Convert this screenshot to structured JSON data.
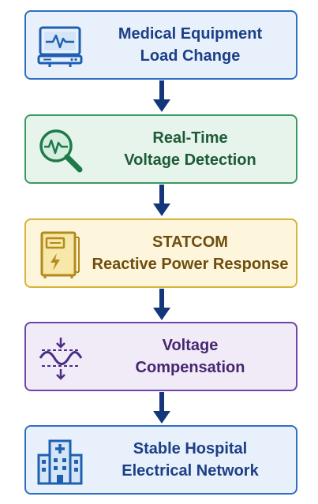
{
  "colors": {
    "arrow": "#14367a",
    "blue_border": "#2f6fc0",
    "green_border": "#3a9a63",
    "yellow_border": "#d8b438",
    "purple_border": "#6b45ac"
  },
  "steps": [
    {
      "icon": "monitor-waveform-icon",
      "line1": "Medical Equipment",
      "line2": "Load Change"
    },
    {
      "icon": "magnifier-waveform-icon",
      "line1": "Real-Time",
      "line2": "Voltage Detection"
    },
    {
      "icon": "statcom-cabinet-icon",
      "line1": "STATCOM",
      "line2": "Reactive Power Response"
    },
    {
      "icon": "voltage-compensation-wave-icon",
      "line1": "Voltage",
      "line2": "Compensation"
    },
    {
      "icon": "hospital-building-icon",
      "line1": "Stable Hospital",
      "line2": "Electrical Network"
    }
  ]
}
